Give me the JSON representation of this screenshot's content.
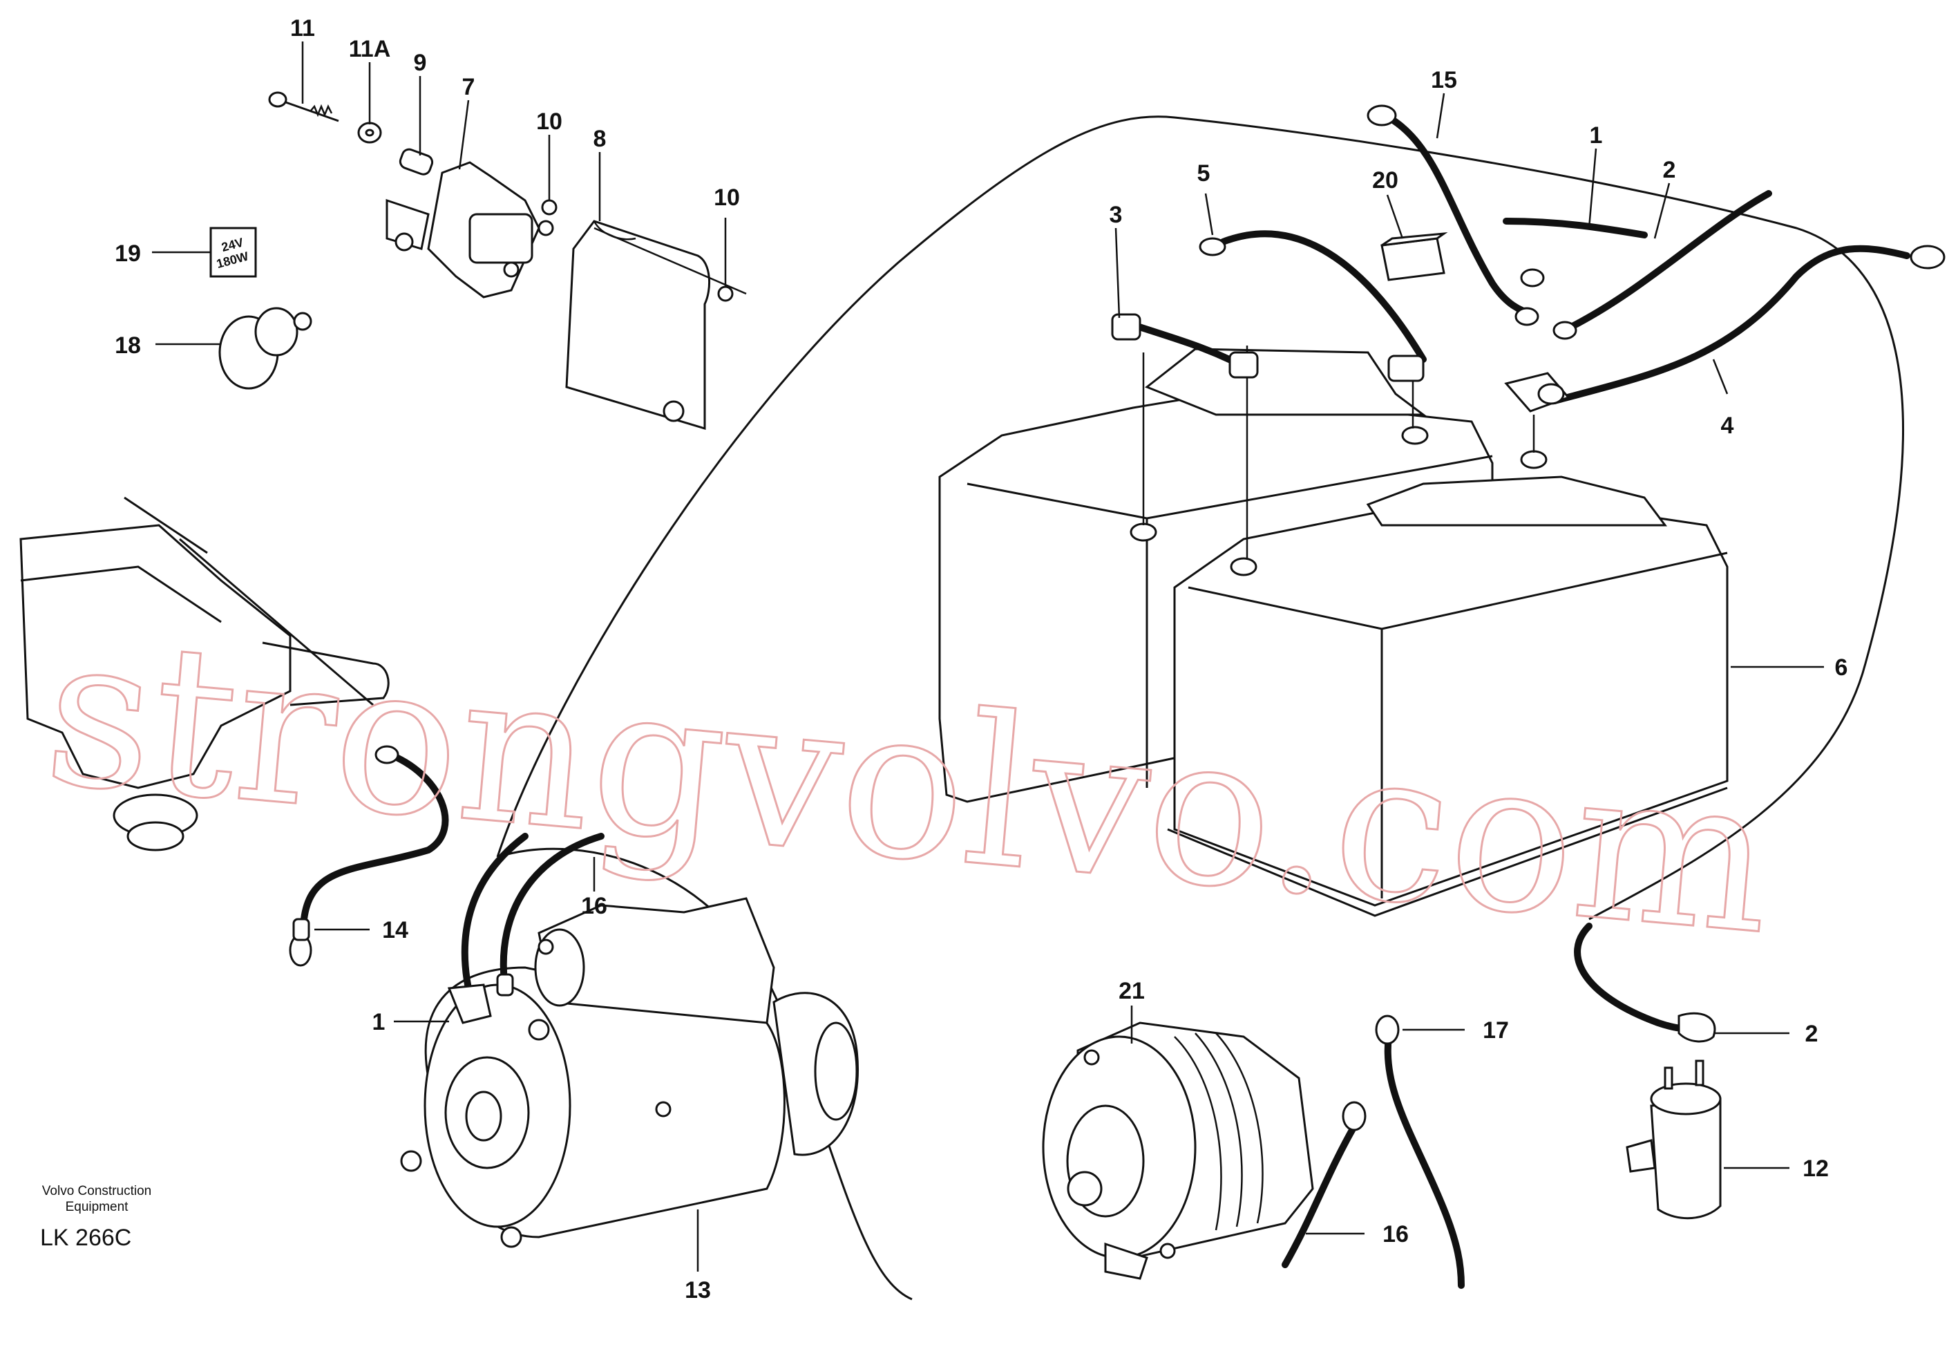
{
  "diagram": {
    "labels": {
      "l11": "11",
      "l11a": "11A",
      "l9": "9",
      "l7": "7",
      "l10a": "10",
      "l8": "8",
      "l10b": "10",
      "l19": "19",
      "l18": "18",
      "l15": "15",
      "l1a": "1",
      "l2a": "2",
      "l3": "3",
      "l5": "5",
      "l20": "20",
      "l4": "4",
      "l6": "6",
      "l14": "14",
      "l16a": "16",
      "l1b": "1",
      "l21": "21",
      "l17": "17",
      "l2b": "2",
      "l12": "12",
      "l13": "13",
      "l16b": "16"
    },
    "decal": {
      "line1": "24V",
      "line2": "180W"
    },
    "watermark": "strongvolvo.com"
  },
  "footer": {
    "company_line1": "Volvo Construction",
    "company_line2": "Equipment",
    "code": "LK 266C"
  }
}
